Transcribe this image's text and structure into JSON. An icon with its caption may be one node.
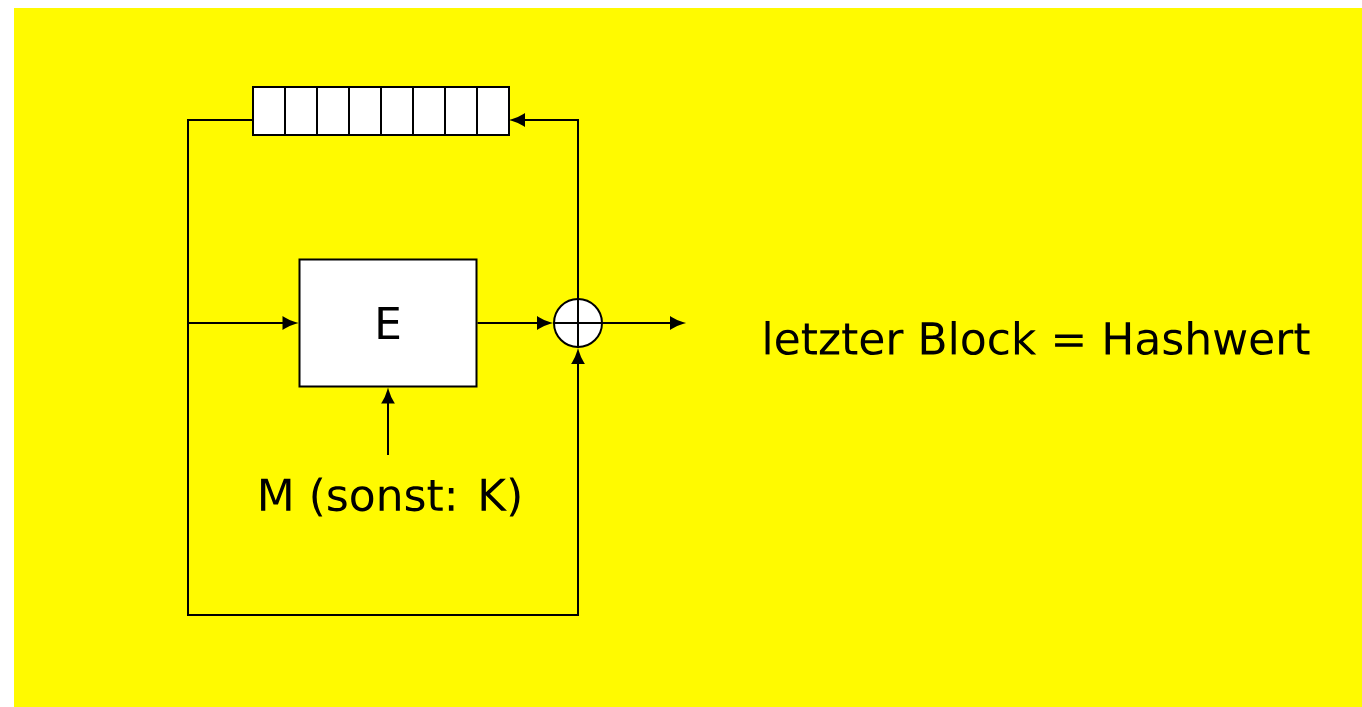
{
  "diagram": {
    "nodes": [
      {
        "text": [],
        "shape": "box"
      },
      {
        "text": [
          "E"
        ]
      },
      {
        "text": [],
        "shape": "circle"
      },
      {
        "text": [
          "M (sonst: K)"
        ]
      },
      {
        "text": [
          "letzter Block = Hashwert"
        ]
      }
    ],
    "edges": [
      {
        "from": 0,
        "to": 1,
        "arrow": "to"
      },
      {
        "from": 0,
        "to": 2,
        "arrow": "to"
      },
      {
        "from": 1,
        "to": 2,
        "arrow": "to"
      },
      {
        "from": 2,
        "to": 0,
        "arrow": "to"
      },
      {
        "from": 3,
        "to": 1,
        "arrow": "to"
      },
      {
        "from": 2,
        "to": 4,
        "arrow": "to"
      }
    ]
  }
}
